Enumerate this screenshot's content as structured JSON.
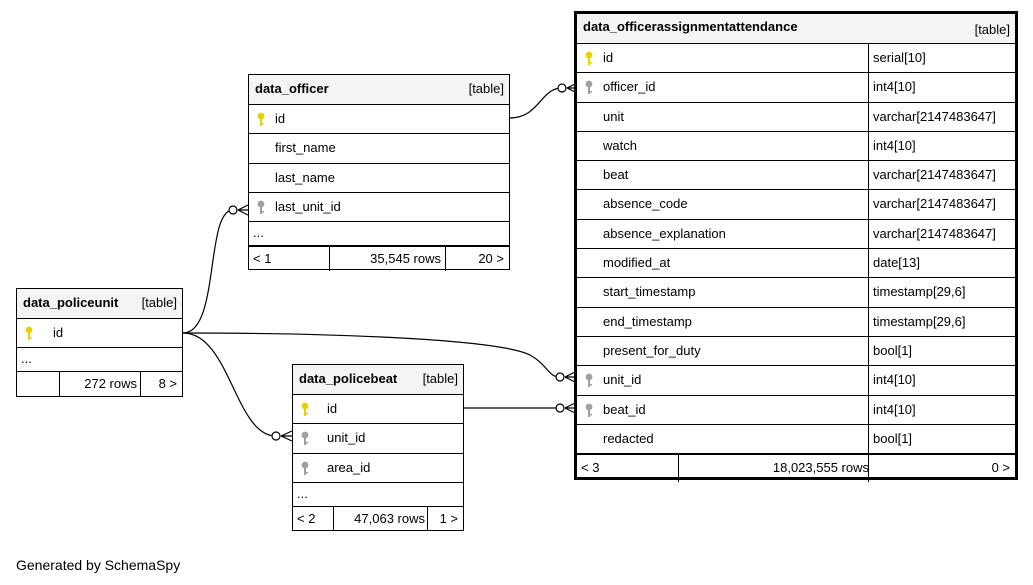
{
  "footer_text": "Generated by SchemaSpy",
  "colors": {
    "primary_key": "#e8d300",
    "foreign_key": "#a0a0a0",
    "header_bg": "#f4f4f4"
  },
  "tables": {
    "officer": {
      "name": "data_officer",
      "tag": "[table]",
      "columns": [
        {
          "name": "id",
          "key": "primary"
        },
        {
          "name": "first_name",
          "key": ""
        },
        {
          "name": "last_name",
          "key": ""
        },
        {
          "name": "last_unit_id",
          "key": "foreign"
        }
      ],
      "ellipsis": "...",
      "parents": "< 1",
      "rows": "35,545 rows",
      "children": "20 >"
    },
    "policeunit": {
      "name": "data_policeunit",
      "tag": "[table]",
      "columns": [
        {
          "name": "id",
          "key": "primary"
        }
      ],
      "ellipsis": "...",
      "parents": "",
      "rows": "272 rows",
      "children": "8 >"
    },
    "policebeat": {
      "name": "data_policebeat",
      "tag": "[table]",
      "columns": [
        {
          "name": "id",
          "key": "primary"
        },
        {
          "name": "unit_id",
          "key": "foreign"
        },
        {
          "name": "area_id",
          "key": "foreign"
        }
      ],
      "ellipsis": "...",
      "parents": "< 2",
      "rows": "47,063 rows",
      "children": "1 >"
    },
    "attendance": {
      "name": "data_officerassignmentattendance",
      "tag": "[table]",
      "columns": [
        {
          "name": "id",
          "type": "serial[10]",
          "key": "primary"
        },
        {
          "name": "officer_id",
          "type": "int4[10]",
          "key": "foreign"
        },
        {
          "name": "unit",
          "type": "varchar[2147483647]",
          "key": ""
        },
        {
          "name": "watch",
          "type": "int4[10]",
          "key": ""
        },
        {
          "name": "beat",
          "type": "varchar[2147483647]",
          "key": ""
        },
        {
          "name": "absence_code",
          "type": "varchar[2147483647]",
          "key": ""
        },
        {
          "name": "absence_explanation",
          "type": "varchar[2147483647]",
          "key": ""
        },
        {
          "name": "modified_at",
          "type": "date[13]",
          "key": ""
        },
        {
          "name": "start_timestamp",
          "type": "timestamp[29,6]",
          "key": ""
        },
        {
          "name": "end_timestamp",
          "type": "timestamp[29,6]",
          "key": ""
        },
        {
          "name": "present_for_duty",
          "type": "bool[1]",
          "key": ""
        },
        {
          "name": "unit_id",
          "type": "int4[10]",
          "key": "foreign"
        },
        {
          "name": "beat_id",
          "type": "int4[10]",
          "key": "foreign"
        },
        {
          "name": "redacted",
          "type": "bool[1]",
          "key": ""
        }
      ],
      "parents": "< 3",
      "rows": "18,023,555 rows",
      "children": "0 >"
    }
  }
}
